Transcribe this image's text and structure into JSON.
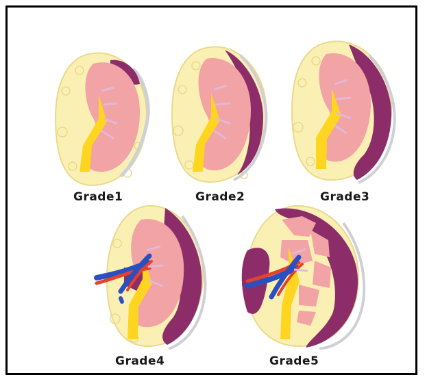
{
  "figure": {
    "labels": {
      "grade1": "Grade1",
      "grade2": "Grade2",
      "grade3": "Grade3",
      "grade4": "Grade4",
      "grade5": "Grade5"
    }
  },
  "colors": {
    "fat": "#fbf0b4",
    "fat_texture": "#ead98a",
    "kidney": "#f2a3a6",
    "kidney_inner": "#f7c3c3",
    "hematoma": "#8c2d6a",
    "capsule": "#cfcfd6",
    "ureter": "#ffd51f",
    "artery": "#e4432a",
    "vein": "#2a4fc0",
    "calyx": "#e0b9d9"
  }
}
